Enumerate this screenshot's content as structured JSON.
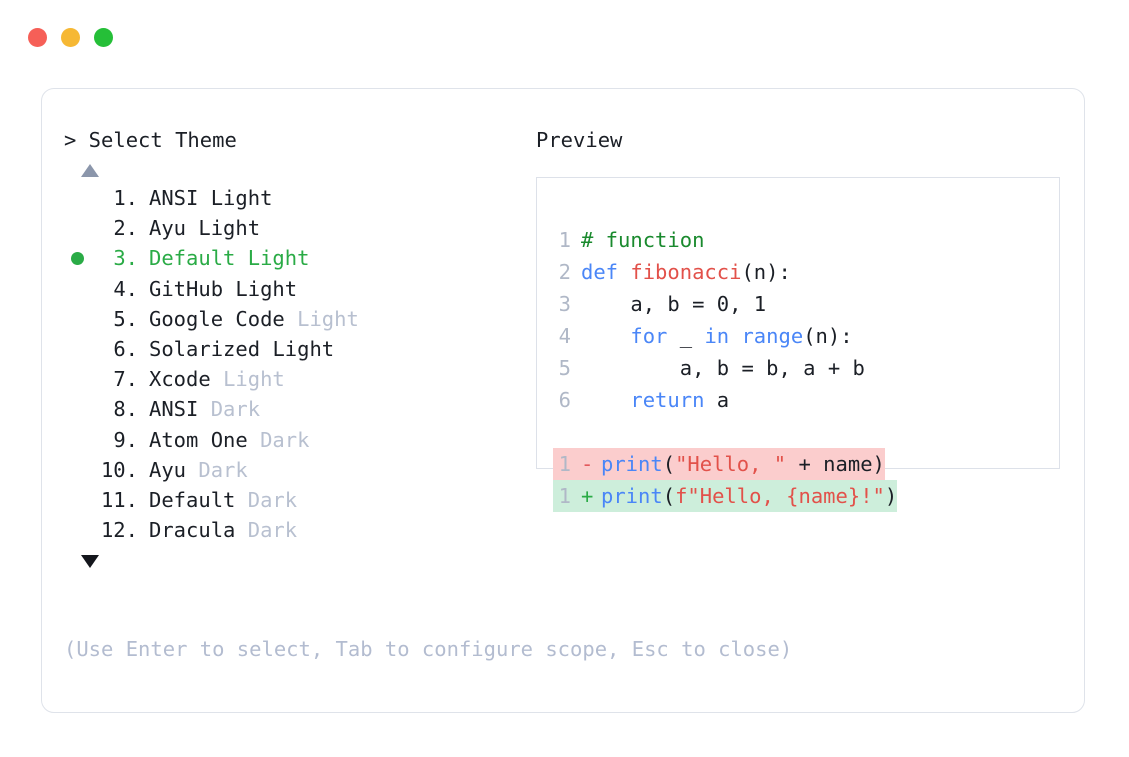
{
  "window": {
    "traffic_lights": [
      {
        "name": "close",
        "color": "#f65f57"
      },
      {
        "name": "minimize",
        "color": "#f6b834"
      },
      {
        "name": "maximize",
        "color": "#25bf38"
      }
    ]
  },
  "prompt": {
    "heading": "> Select Theme",
    "scroll_up_indicator": "▲",
    "scroll_down_indicator": "▼",
    "hint": "(Use Enter to select, Tab to configure scope, Esc to close)",
    "selected_index": 3,
    "selected_color": "#2aab46",
    "items": [
      {
        "number": "1.",
        "name": "ANSI",
        "variant": "Light",
        "variant_muted": false,
        "selected": false
      },
      {
        "number": "2.",
        "name": "Ayu",
        "variant": "Light",
        "variant_muted": false,
        "selected": false
      },
      {
        "number": "3.",
        "name": "Default",
        "variant": "Light",
        "variant_muted": false,
        "selected": true
      },
      {
        "number": "4.",
        "name": "GitHub",
        "variant": "Light",
        "variant_muted": false,
        "selected": false
      },
      {
        "number": "5.",
        "name": "Google Code",
        "variant": "Light",
        "variant_muted": true,
        "selected": false
      },
      {
        "number": "6.",
        "name": "Solarized",
        "variant": "Light",
        "variant_muted": false,
        "selected": false
      },
      {
        "number": "7.",
        "name": "Xcode",
        "variant": "Light",
        "variant_muted": true,
        "selected": false
      },
      {
        "number": "8.",
        "name": "ANSI",
        "variant": "Dark",
        "variant_muted": true,
        "selected": false
      },
      {
        "number": "9.",
        "name": "Atom One",
        "variant": "Dark",
        "variant_muted": true,
        "selected": false
      },
      {
        "number": "10.",
        "name": "Ayu",
        "variant": "Dark",
        "variant_muted": true,
        "selected": false
      },
      {
        "number": "11.",
        "name": "Default",
        "variant": "Dark",
        "variant_muted": true,
        "selected": false
      },
      {
        "number": "12.",
        "name": "Dracula",
        "variant": "Dark",
        "variant_muted": true,
        "selected": false
      }
    ]
  },
  "preview": {
    "heading": "Preview",
    "code_lines": [
      {
        "ln": "1",
        "tokens": [
          {
            "t": "# function",
            "c": "tok-comment"
          }
        ]
      },
      {
        "ln": "2",
        "tokens": [
          {
            "t": "def ",
            "c": "tok-kw"
          },
          {
            "t": "fibonacci",
            "c": "tok-fn"
          },
          {
            "t": "(n):",
            "c": "tok-plain"
          }
        ]
      },
      {
        "ln": "3",
        "tokens": [
          {
            "t": "    a, b = 0, 1",
            "c": "tok-plain"
          }
        ]
      },
      {
        "ln": "4",
        "tokens": [
          {
            "t": "    ",
            "c": "tok-plain"
          },
          {
            "t": "for",
            "c": "tok-kw"
          },
          {
            "t": " _ ",
            "c": "tok-plain"
          },
          {
            "t": "in range",
            "c": "tok-kw"
          },
          {
            "t": "(n):",
            "c": "tok-plain"
          }
        ]
      },
      {
        "ln": "5",
        "tokens": [
          {
            "t": "        a, b = b, a + b",
            "c": "tok-plain"
          }
        ]
      },
      {
        "ln": "6",
        "tokens": [
          {
            "t": "    ",
            "c": "tok-plain"
          },
          {
            "t": "return",
            "c": "tok-kw"
          },
          {
            "t": " a",
            "c": "tok-plain"
          }
        ]
      }
    ],
    "diff_lines": [
      {
        "ln": "1",
        "marker": "-",
        "kind": "del",
        "tokens": [
          {
            "t": "print",
            "c": "tok-kw"
          },
          {
            "t": "(",
            "c": "tok-plain"
          },
          {
            "t": "\"Hello, \"",
            "c": "tok-str"
          },
          {
            "t": " + name)",
            "c": "tok-plain"
          }
        ]
      },
      {
        "ln": "1",
        "marker": "+",
        "kind": "add",
        "tokens": [
          {
            "t": "print",
            "c": "tok-kw"
          },
          {
            "t": "(",
            "c": "tok-plain"
          },
          {
            "t": "f\"Hello, {name}!\"",
            "c": "tok-str"
          },
          {
            "t": ")",
            "c": "tok-plain"
          }
        ]
      }
    ]
  }
}
